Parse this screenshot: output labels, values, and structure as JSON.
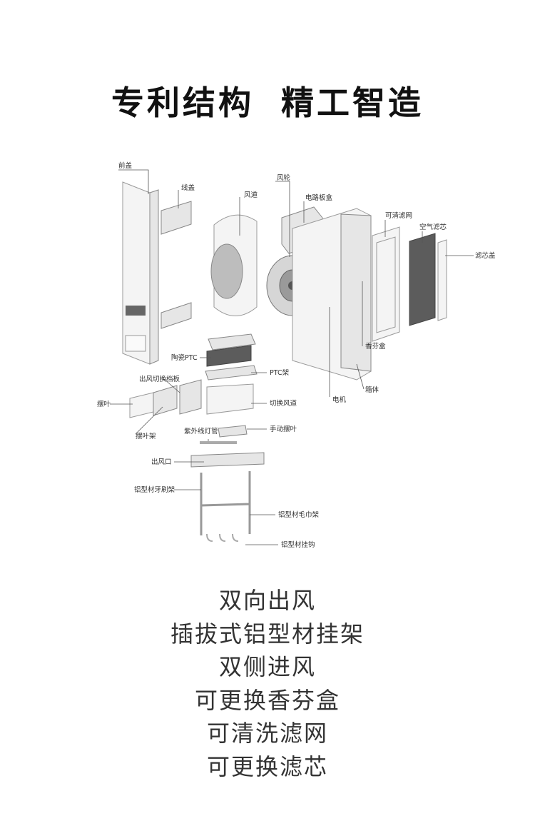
{
  "header": {
    "title": "专利结构  精工智造"
  },
  "diagram": {
    "labels": {
      "front_cover": "前盖",
      "wire_cover": "线盖",
      "air_duct": "风道",
      "fan_wheel": "风轮",
      "circuit_box": "电路板盒",
      "washable_filter": "可清滤网",
      "air_filter_core": "空气滤芯",
      "filter_cover": "滤芯盖",
      "aroma_box": "香芬盒",
      "ceramic_ptc": "陶瓷PTC",
      "ptc_frame": "PTC架",
      "outlet_switch_plate": "出风切换档板",
      "swing_blade": "摆叶",
      "switch_duct": "切换风道",
      "body_case": "箱体",
      "motor": "电机",
      "swing_frame": "摆叶架",
      "uv_lamp": "紫外线灯管",
      "manual_swing": "手动摆叶",
      "air_outlet": "出风口",
      "aluminum_toothbrush_rack": "铝型材牙刷架",
      "aluminum_towel_rack": "铝型材毛巾架",
      "aluminum_hook": "铝型材挂钩"
    }
  },
  "features": [
    "双向出风",
    "插拔式铝型材挂架",
    "双侧进风",
    "可更换香芬盒",
    "可清洗滤网",
    "可更换滤芯"
  ]
}
